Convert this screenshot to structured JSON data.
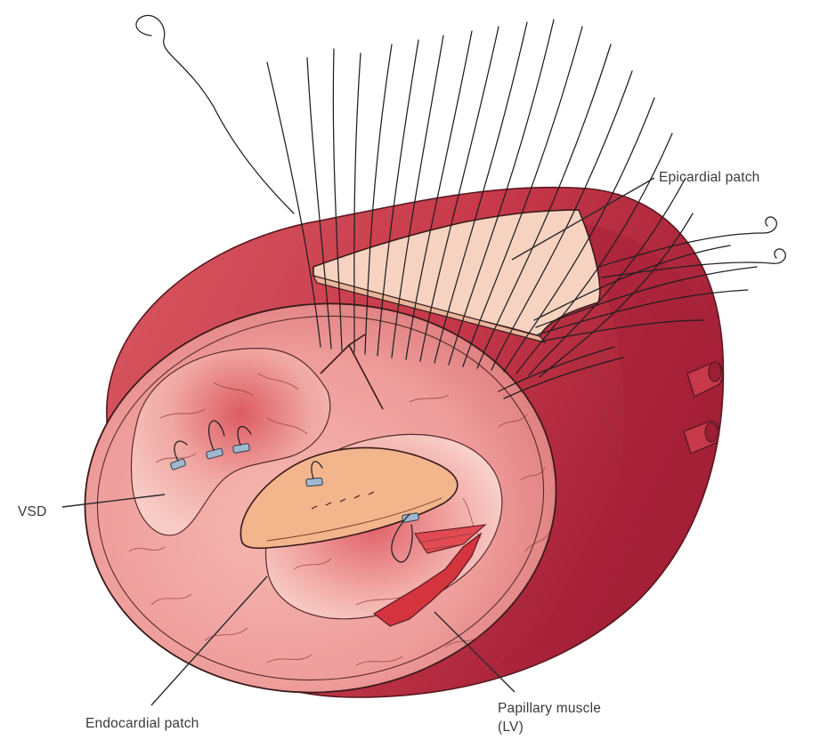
{
  "figure": {
    "labels": {
      "epicardial_patch": "Epicardial patch",
      "vsd": "VSD",
      "endocardial_patch": "Endocardial patch",
      "papillary_muscle_line1": "Papillary muscle",
      "papillary_muscle_line2": "(LV)"
    },
    "colors": {
      "myocardium_outer": "#c73a4a",
      "myocardium_dark": "#a82238",
      "cut_surface": "#ec9a98",
      "cavity_light": "#f5b9b3",
      "patch": "#f6d3c0",
      "endocardial_patch": "#f2b58c",
      "pledget": "#9fb8cf",
      "suture": "#1f1f1f"
    }
  }
}
